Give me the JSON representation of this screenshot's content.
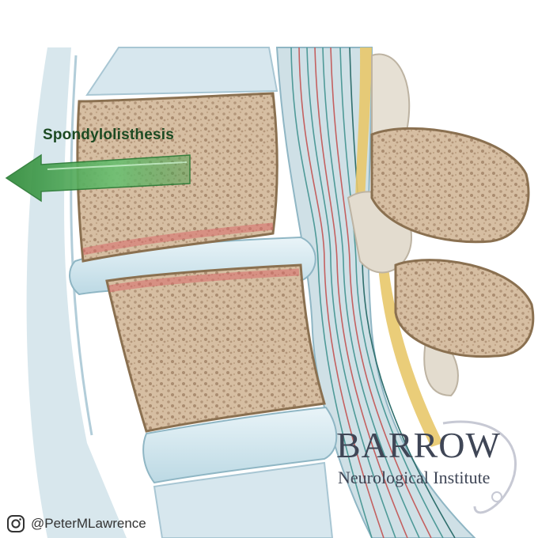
{
  "annotation": {
    "arrow_label": "Spondylolisthesis"
  },
  "brand": {
    "name": "BARROW",
    "subtitle": "Neurological Institute",
    "color": "#3f4656"
  },
  "credit": {
    "handle": "@PeterMLawrence",
    "icon": "instagram-icon"
  },
  "colors": {
    "bone": "#d8c0a4",
    "bone_pore": "#b89b7e",
    "arrow": "#3f9a46",
    "inflamed": "#d86a6a",
    "disc": "#cfe6ee",
    "spinal_teal": "#5fa7a4",
    "fat": "#e8c86a"
  }
}
